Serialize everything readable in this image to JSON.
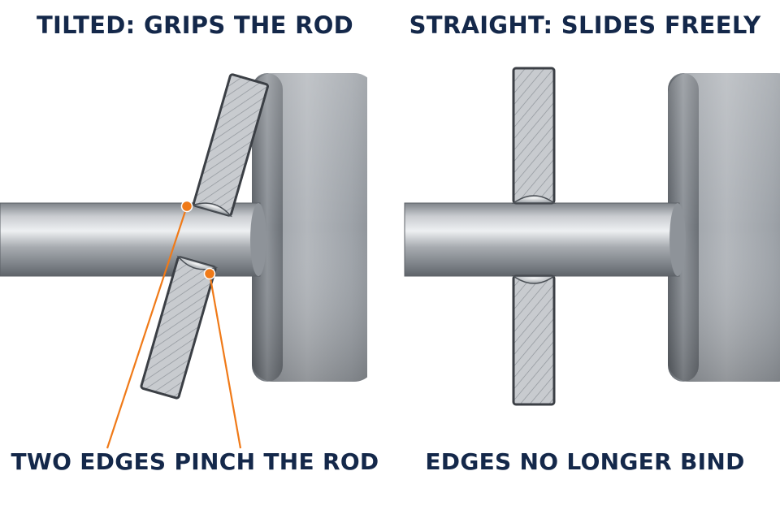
{
  "panels": [
    {
      "title": "TILTED: GRIPS THE ROD",
      "caption": "TWO EDGES PINCH THE ROD",
      "plate_state": "tilted"
    },
    {
      "title": "STRAIGHT: SLIDES FREELY",
      "caption": "EDGES NO LONGER BIND",
      "plate_state": "straight"
    }
  ],
  "colors": {
    "text": "#14284a",
    "callout": "#f07a18",
    "rod": "#9ba0a6",
    "block": "#8a8f95",
    "plate": "#c4c7cb",
    "plate_outline": "#3b3f45",
    "hatch": "#8f949a"
  }
}
